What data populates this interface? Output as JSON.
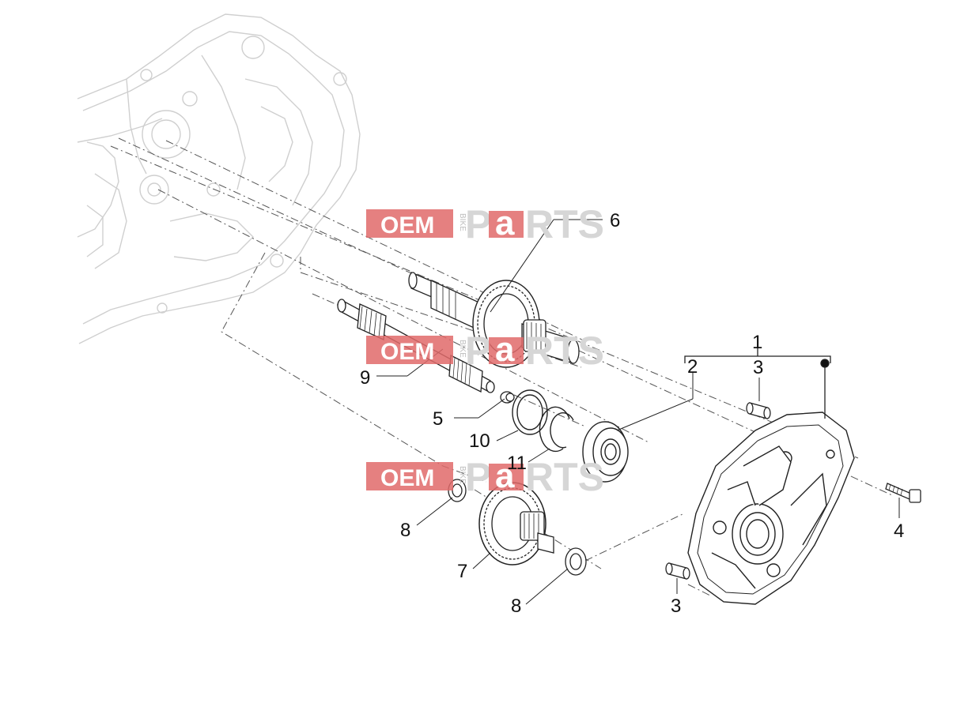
{
  "callouts": {
    "c1": "1",
    "c2": "2",
    "c3a": "3",
    "c3b": "3",
    "c4": "4",
    "c5": "5",
    "c6": "6",
    "c7": "7",
    "c8a": "8",
    "c8b": "8",
    "c9": "9",
    "c10": "10",
    "c11": "11"
  },
  "watermark": {
    "oem": "OEM",
    "bike": "BIKE",
    "p": "P",
    "a": "a",
    "rts": "RTS"
  },
  "colors": {
    "line": "#222222",
    "ghost": "#cfcfcf",
    "watermark_red": "#e06a6a"
  }
}
